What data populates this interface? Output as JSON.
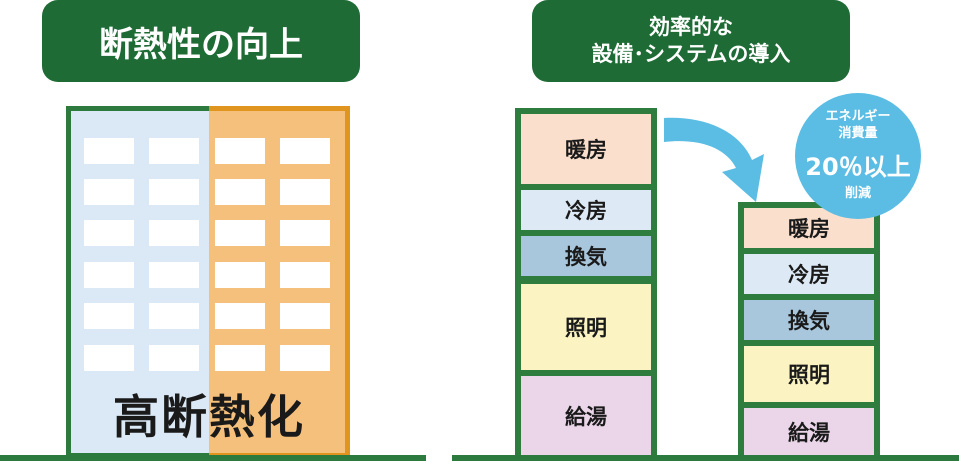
{
  "left_panel": {
    "title": "断熱性の向上",
    "building_label": "高断熱化"
  },
  "right_panel": {
    "title_line1": "効率的な",
    "title_line2": "設備･システムの導入",
    "before_stack": [
      "暖房",
      "冷房",
      "換気",
      "照明",
      "給湯"
    ],
    "after_stack": [
      "暖房",
      "冷房",
      "換気",
      "照明",
      "給湯"
    ],
    "badge": {
      "line1": "エネルギー",
      "line2": "消費量",
      "line3": "20％以上",
      "line4": "削減"
    }
  },
  "colors": {
    "label_green": "#1e6b35",
    "frame_green": "#2e7d3f",
    "insulation_orange": "#f5c07c",
    "arrow_blue": "#5bbde4"
  }
}
